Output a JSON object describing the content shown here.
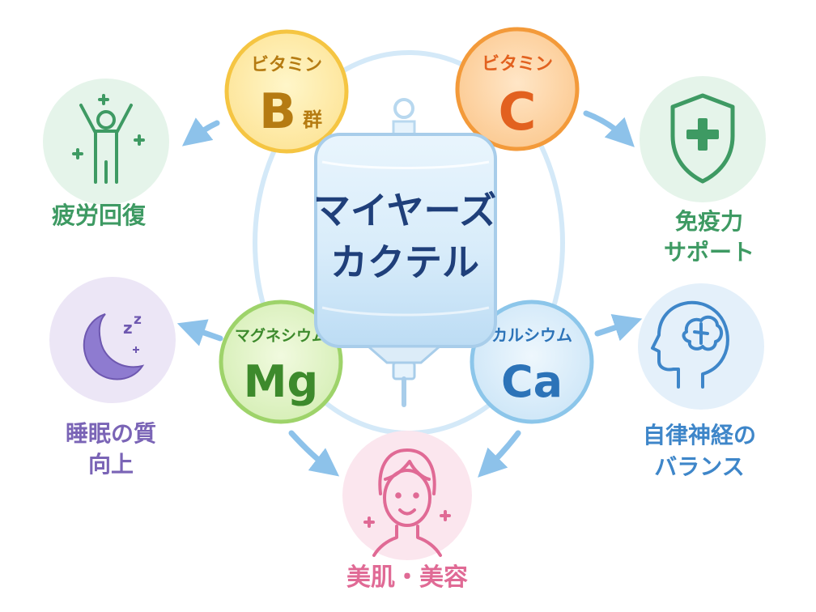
{
  "center": {
    "line1": "マイヤーズ",
    "line2": "カクテル"
  },
  "nutrients": {
    "b": {
      "kana": "ビタミン",
      "symbol": "B",
      "suffix": "群"
    },
    "c": {
      "kana": "ビタミン",
      "symbol": "C"
    },
    "mg": {
      "kana": "マグネシウム",
      "symbol": "Mg"
    },
    "ca": {
      "kana": "カルシウム",
      "symbol": "Ca"
    }
  },
  "benefits": {
    "fatigue": {
      "line1": "疲労回復"
    },
    "immune": {
      "line1": "免疫力",
      "line2": "サポート"
    },
    "sleep": {
      "line1": "睡眠の質",
      "line2": "向上"
    },
    "nerve": {
      "line1": "自律神経の",
      "line2": "バランス"
    },
    "beauty": {
      "line1": "美肌・美容"
    }
  },
  "icons": {
    "fatigue": "person-cheering-icon",
    "immune": "shield-plus-icon",
    "sleep": "crescent-moon-icon",
    "nerve": "brain-head-icon",
    "beauty": "woman-face-icon",
    "center": "iv-bag-icon"
  },
  "colors": {
    "b": "#f5c542",
    "b_text": "#b57b12",
    "c": "#f39a3a",
    "c_text": "#e2611f",
    "mg": "#9ed36a",
    "mg_text": "#3d8a2c",
    "ca": "#8cc6ea",
    "ca_text": "#2c73b8",
    "center_text": "#1f3f7a",
    "fatigue": "#3e9a63",
    "immune": "#3e9a63",
    "sleep": "#7a64b6",
    "nerve": "#3e86c9",
    "beauty": "#e06a95",
    "ring": "#cfe6f7",
    "arrow": "#8dc2ea"
  }
}
